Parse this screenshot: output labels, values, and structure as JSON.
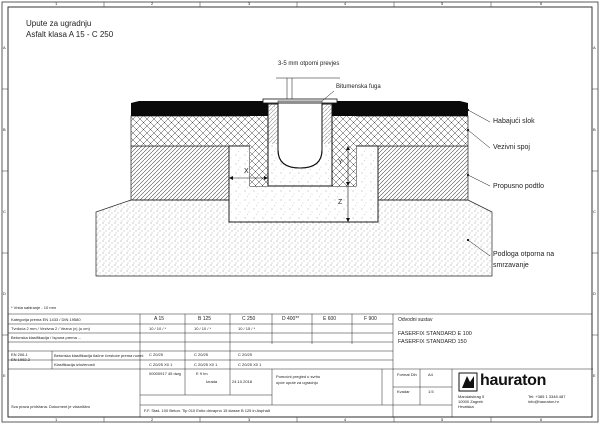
{
  "title": {
    "line1": "Upute za ugradnju",
    "line2": "Asfalt klasa A 15 - C 250"
  },
  "frame": {
    "top_cols": [
      "1",
      "2",
      "3",
      "4",
      "5",
      "6"
    ],
    "bottom_cols": [
      "1",
      "2",
      "3",
      "4",
      "5",
      "6"
    ],
    "side_rows": [
      "A",
      "B",
      "C",
      "D",
      "E"
    ]
  },
  "labels": {
    "gap": "3-5 mm otporni prevjes",
    "joint": "Bitumenska fuga",
    "wear": "Habajući slok",
    "binder": "Vezivni spoj",
    "base": "Propusno podtlo",
    "frost_1": "Podloga otporna na",
    "frost_2": "smrzavanje",
    "x": "X",
    "y": "Y",
    "z": "Z",
    "footnote": "* Vrsta sabiranje - 10 mm"
  },
  "table": {
    "classes": [
      "A 15",
      "B 125",
      "C 250",
      "D 400**",
      "E 600",
      "F 900"
    ],
    "rows": [
      {
        "label": "Kategorija prema EN 1433 / DIN 19580",
        "values": [
          "",
          "",
          "",
          "",
          "",
          ""
        ]
      },
      {
        "label": "Tvrdoća 2 mm / Vezivna 2 / Vezna (x) (u cm)",
        "values": [
          "10 / 10 / *",
          "10 / 10 / *",
          "10 / 15 / *",
          "",
          "",
          ""
        ]
      },
      {
        "label": "Betonska klasifikacija / Ispuna prema ...",
        "values": [
          "",
          "",
          "",
          "",
          "",
          ""
        ]
      },
      {
        "label": "Betonska klasifikacija tlačne čvrstoće prema normi",
        "values": [
          "C 20/25",
          "C 20/25",
          "C 20/25",
          "",
          "",
          ""
        ]
      },
      {
        "label": "Klasifikacija izloženosti",
        "values": [
          "C 20/25 X0 1",
          "C 20/25 X0 1",
          "C 20/25 X0 1",
          "",
          "",
          ""
        ]
      }
    ],
    "side_codes": [
      "EN 206-1",
      "EN 1992-2"
    ],
    "systems_title": "Odvodni sustav",
    "systems": [
      "FASERFIX STANDARD E 100",
      "FASERFIX STANDARD 150"
    ]
  },
  "footer": {
    "drawing_no": "00000917 45 dwg",
    "scale": "E 9 Im",
    "drawn_label": "Izrada",
    "drawn_date": "24.10.2018",
    "note_1": "Pomoćni pregled u svrhu",
    "note_2": "opće upute za ugradnju",
    "format_label": "Format Dih",
    "format_value": "A4",
    "sheet_label": "Kvadar",
    "sheet_value": "1:5",
    "description": "F.F. Staš. 100 Beton. Tip 010 Entio drivapno 15 klasse B 125 in Asphalt",
    "company": "hauraton",
    "address_1": "Mandalskrag 5",
    "address_2": "10000 Zagreb",
    "address_3": "Hrvatska",
    "phone": "Tel: +385 1 3348 487",
    "email": "info@hauraton.hr",
    "legal": "Sva prava pridržana. Dokument je vlasništvo"
  },
  "colors": {
    "ink": "#111111",
    "hatch": "#555555",
    "asphalt": "#0a0a0a",
    "panel": "#e6e6e6"
  }
}
